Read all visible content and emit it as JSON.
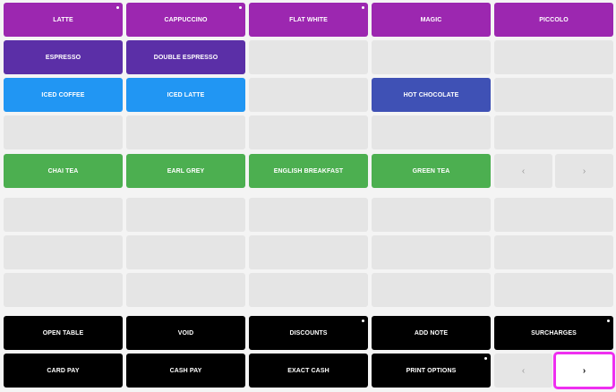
{
  "colors": {
    "purple": "#9c27b0",
    "deep_purple": "#5b2fa7",
    "blue": "#2196f3",
    "indigo": "#3f51b5",
    "green": "#4caf50",
    "black": "#000000",
    "empty": "#e5e5e5",
    "highlight": "#ee2ff0"
  },
  "products": {
    "latte": "LATTE",
    "cappuccino": "CAPPUCCINO",
    "flat_white": "FLAT WHITE",
    "magic": "MAGIC",
    "piccolo": "PICCOLO",
    "espresso": "ESPRESSO",
    "double_espresso": "DOUBLE ESPRESSO",
    "iced_coffee": "ICED COFFEE",
    "iced_latte": "ICED LATTE",
    "hot_chocolate": "HOT CHOCOLATE",
    "chai_tea": "CHAI TEA",
    "earl_grey": "EARL GREY",
    "english_breakfast": "ENGLISH BREAKFAST",
    "green_tea": "GREEN TEA"
  },
  "pager_product": {
    "prev": "‹",
    "next": "›"
  },
  "actions": {
    "open_table": "OPEN TABLE",
    "void": "VOID",
    "discounts": "DISCOUNTS",
    "add_note": "ADD NOTE",
    "surcharges": "SURCHARGES",
    "card_pay": "CARD PAY",
    "cash_pay": "CASH PAY",
    "exact_cash": "EXACT CASH",
    "print_options": "PRINT OPTIONS"
  },
  "pager_action": {
    "prev": "‹",
    "next": "›"
  }
}
